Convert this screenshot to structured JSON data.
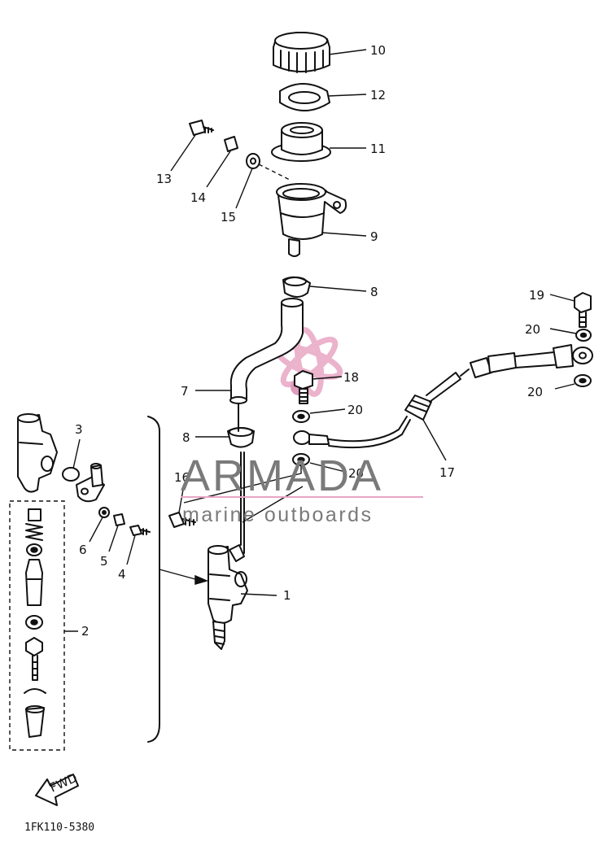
{
  "callouts": {
    "c1": "1",
    "c2": "2",
    "c3": "3",
    "c4": "4",
    "c5": "5",
    "c6": "6",
    "c7": "7",
    "c8a": "8",
    "c8b": "8",
    "c9": "9",
    "c10": "10",
    "c11": "11",
    "c12": "12",
    "c13": "13",
    "c14": "14",
    "c15": "15",
    "c16": "16",
    "c17": "17",
    "c18": "18",
    "c19": "19",
    "c20a": "20",
    "c20b": "20",
    "c20c": "20",
    "c20d": "20"
  },
  "fwd_label": "FWD",
  "diagram_code": "1FK110-5380",
  "watermark": {
    "brand": "ARMADA",
    "tagline": "marine outboards",
    "accent_color": "#e8a6c4",
    "text_color": "#7a7a7a"
  }
}
